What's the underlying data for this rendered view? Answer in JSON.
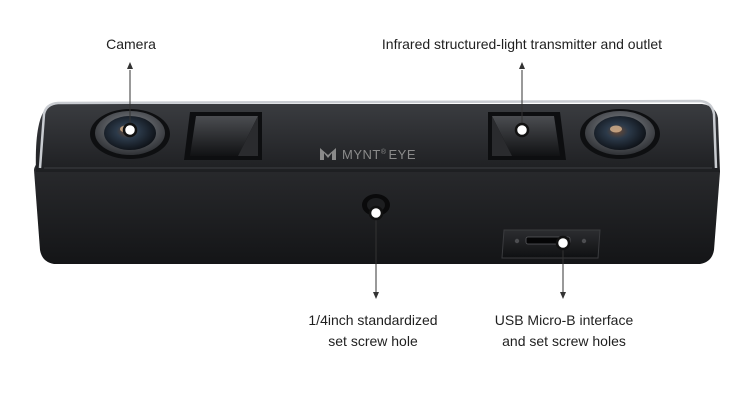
{
  "brand": {
    "name": "MYNT",
    "registered": "®",
    "suffix": "EYE"
  },
  "callouts": {
    "camera": {
      "lines": [
        "Camera"
      ]
    },
    "ir_transmitter": {
      "lines": [
        "Infrared structured-light transmitter and outlet"
      ]
    },
    "screw_hole": {
      "lines": [
        "1/4inch standardized",
        "set screw hole"
      ]
    },
    "usb": {
      "lines": [
        "USB Micro-B interface",
        "and set screw holes"
      ]
    }
  },
  "colors": {
    "body_dark": "#1b1c1e",
    "body_top": "#2b2c2f",
    "rim": "#cfd2d6",
    "lens_ring": "#5a5d62",
    "lens_glass": "#3a4a5c",
    "lens_glint": "#e8c6a0",
    "marker": "#ffffff",
    "leader": "#333333"
  },
  "icons": {
    "logo": "mynt-logo-icon",
    "marker": "marker-ring-icon",
    "arrow": "arrow-head-icon"
  }
}
